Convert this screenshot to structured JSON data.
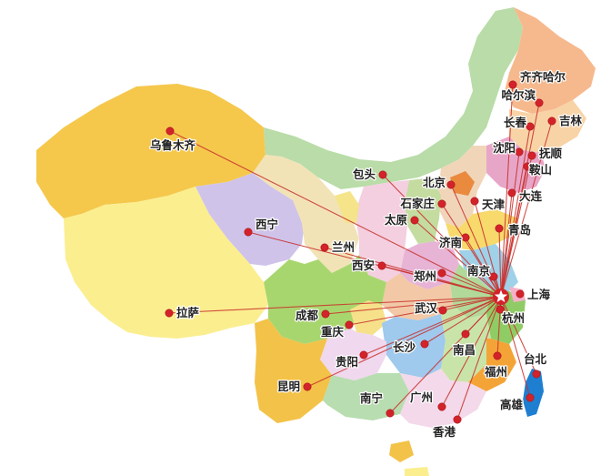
{
  "map": {
    "hub": "上海",
    "colors": {
      "route": "#c9302c",
      "dot": "#d3232a",
      "hub_star": "#ffffff",
      "hub_ring": "#d3232a",
      "label": "#222222"
    },
    "cities": [
      {
        "id": "qiqihaer",
        "name": "齐齐哈尔"
      },
      {
        "id": "haerbin",
        "name": "哈尔滨"
      },
      {
        "id": "changchun",
        "name": "长春"
      },
      {
        "id": "jilin",
        "name": "吉林"
      },
      {
        "id": "shenyang",
        "name": "沈阳"
      },
      {
        "id": "fushun",
        "name": "抚顺"
      },
      {
        "id": "anshan",
        "name": "鞍山"
      },
      {
        "id": "dalian",
        "name": "大连"
      },
      {
        "id": "wulumuqi",
        "name": "乌鲁木齐"
      },
      {
        "id": "baotou",
        "name": "包头"
      },
      {
        "id": "beijing",
        "name": "北京"
      },
      {
        "id": "tianjin",
        "name": "天津"
      },
      {
        "id": "shijiazhuang",
        "name": "石家庄"
      },
      {
        "id": "taiyuan",
        "name": "太原"
      },
      {
        "id": "qingdao",
        "name": "青岛"
      },
      {
        "id": "jinan",
        "name": "济南"
      },
      {
        "id": "xining",
        "name": "西宁"
      },
      {
        "id": "lanzhou",
        "name": "兰州"
      },
      {
        "id": "xian",
        "name": "西安"
      },
      {
        "id": "zhengzhou",
        "name": "郑州"
      },
      {
        "id": "nanjing",
        "name": "南京"
      },
      {
        "id": "shanghai",
        "name": "上海"
      },
      {
        "id": "hangzhou",
        "name": "杭州"
      },
      {
        "id": "lasa",
        "name": "拉萨"
      },
      {
        "id": "chengdu",
        "name": "成都"
      },
      {
        "id": "wuhan",
        "name": "武汉"
      },
      {
        "id": "chongqing",
        "name": "重庆"
      },
      {
        "id": "guiyang",
        "name": "贵阳"
      },
      {
        "id": "changsha",
        "name": "长沙"
      },
      {
        "id": "nanchang",
        "name": "南昌"
      },
      {
        "id": "fuzhou",
        "name": "福州"
      },
      {
        "id": "taibei",
        "name": "台北"
      },
      {
        "id": "kunming",
        "name": "昆明"
      },
      {
        "id": "gaoxiong",
        "name": "高雄"
      },
      {
        "id": "nanning",
        "name": "南宁"
      },
      {
        "id": "guangzhou",
        "name": "广州"
      },
      {
        "id": "xianggang",
        "name": "香港"
      }
    ]
  }
}
